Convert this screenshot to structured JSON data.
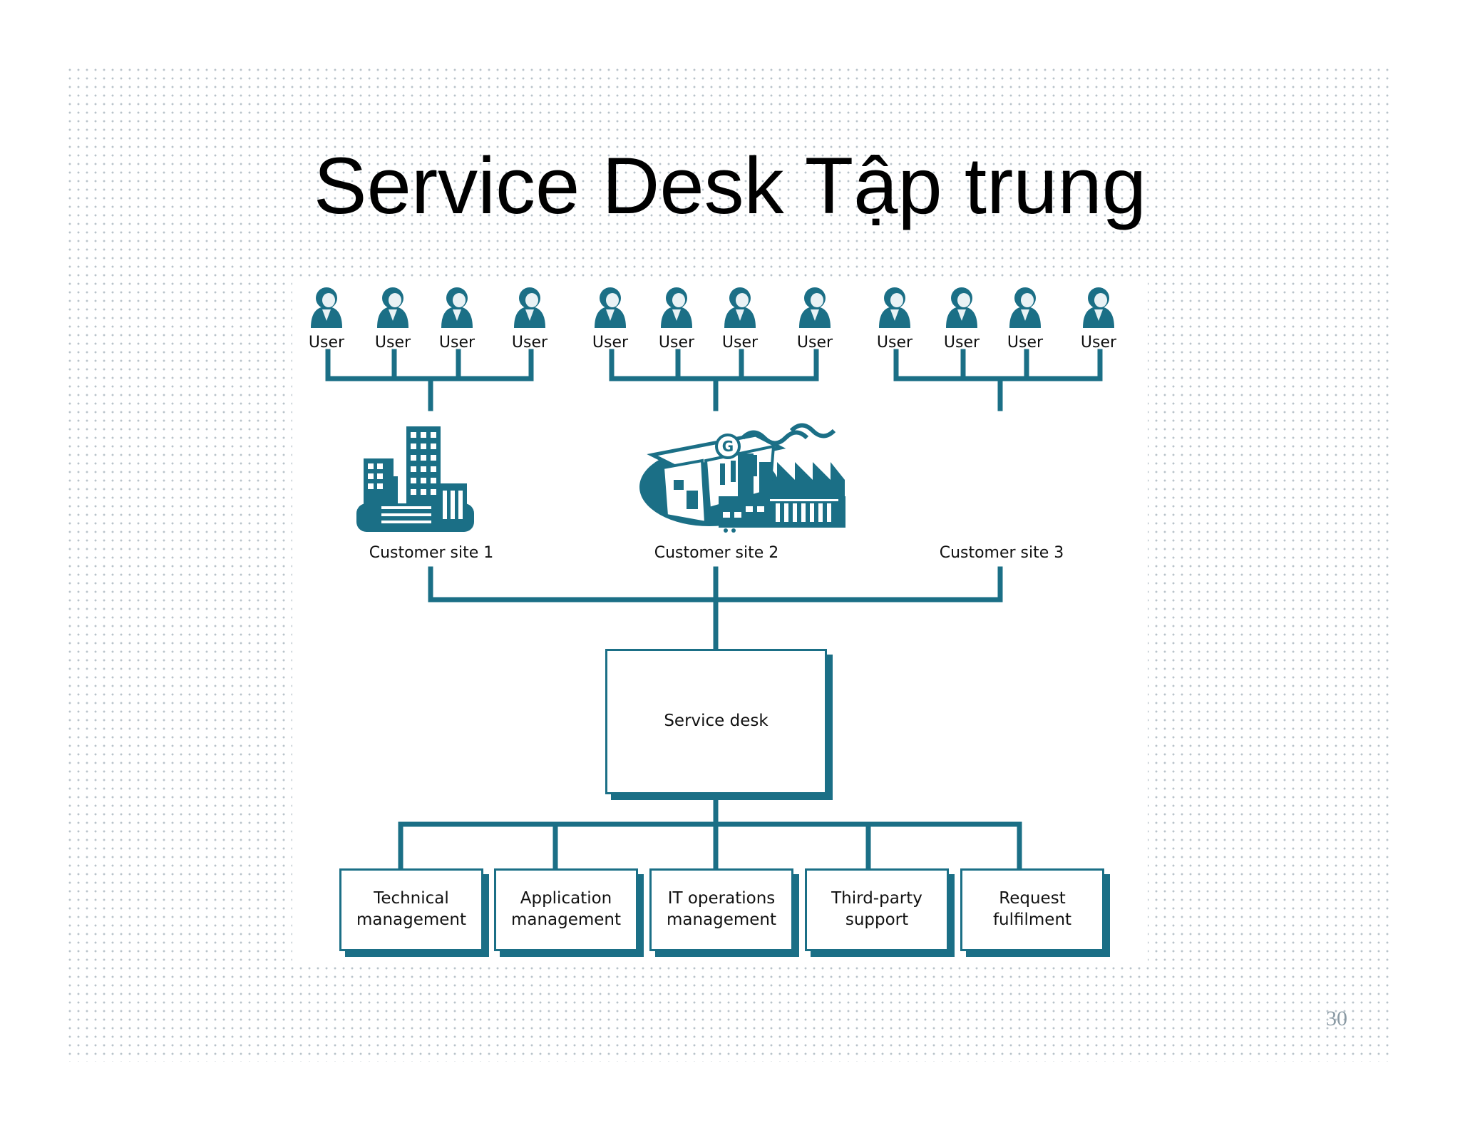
{
  "slide": {
    "title": "Service Desk  Tập trung",
    "page_number": "30"
  },
  "diagram": {
    "accent_color": "#1b6f86",
    "user_label": "User",
    "sites": [
      {
        "label": "Customer site 1",
        "icon": "office-buildings-icon"
      },
      {
        "label": "Customer site 2",
        "icon": "retail-store-icon"
      },
      {
        "label": "Customer site 3",
        "icon": "factory-icon"
      }
    ],
    "service_desk": {
      "label": "Service desk"
    },
    "teams": [
      {
        "label": "Technical\nmanagement"
      },
      {
        "label": "Application\nmanagement"
      },
      {
        "label": "IT operations\nmanagement"
      },
      {
        "label": "Third-party\nsupport"
      },
      {
        "label": "Request\nfulfilment"
      }
    ]
  }
}
